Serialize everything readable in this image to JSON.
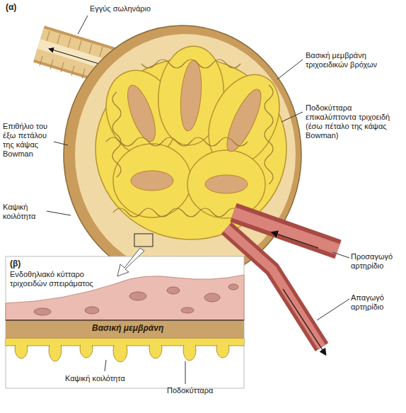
{
  "diagram": {
    "labels": [
      "(α)",
      "Εγγύς σωληνάριο",
      "Βασική μεμβράνη τριχοειδικών βρόχων",
      "Ποδοκύτταρα επικαλύπτοντα τριχοειδή (έσω πέταλο της κάψας Bowman)",
      "Επιθήλιο του έξω πετάλου της κάψας Bowman",
      "Καψική κοιλότητα",
      "Προσαγωγό αρτηρίδιο",
      "Απαγωγό αρτηρίδιο",
      "(β)",
      "Ενδοθηλιακό κύτταρο τριχοειδών σπειράματος",
      "Βασική μεμβράνη",
      "Καψική κοιλότητα",
      "Ποδοκύτταρα"
    ]
  }
}
